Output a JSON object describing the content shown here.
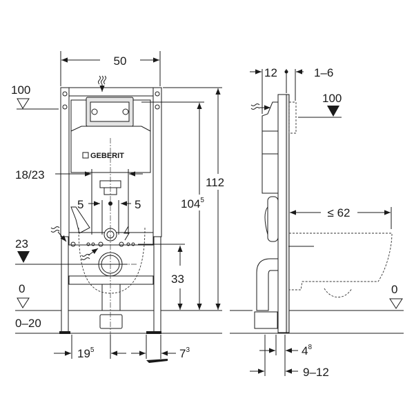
{
  "front_view": {
    "width_label": "50",
    "level_top_label": "100",
    "height_total_label": "112",
    "height_actuator_label": "104",
    "height_actuator_sup": "5",
    "drain_spacing_label": "18/23",
    "supply_left_label": "5",
    "supply_right_label": "5",
    "level_drain_label": "23",
    "height_drain_label": "33",
    "level_floor_label": "0",
    "floor_range_label": "0–20",
    "offset_left_label": "19",
    "offset_left_sup": "5",
    "foot_label": "7",
    "foot_sup": "3",
    "brand_label": "GEBERIT"
  },
  "side_view": {
    "depth_label": "12",
    "plate_label": "1–6",
    "level_top_label": "100",
    "bowl_projection_label": "≤ 62",
    "level_floor_label": "0",
    "frame_depth_label": "4",
    "frame_depth_sup": "8",
    "wall_range_label": "9–12"
  }
}
